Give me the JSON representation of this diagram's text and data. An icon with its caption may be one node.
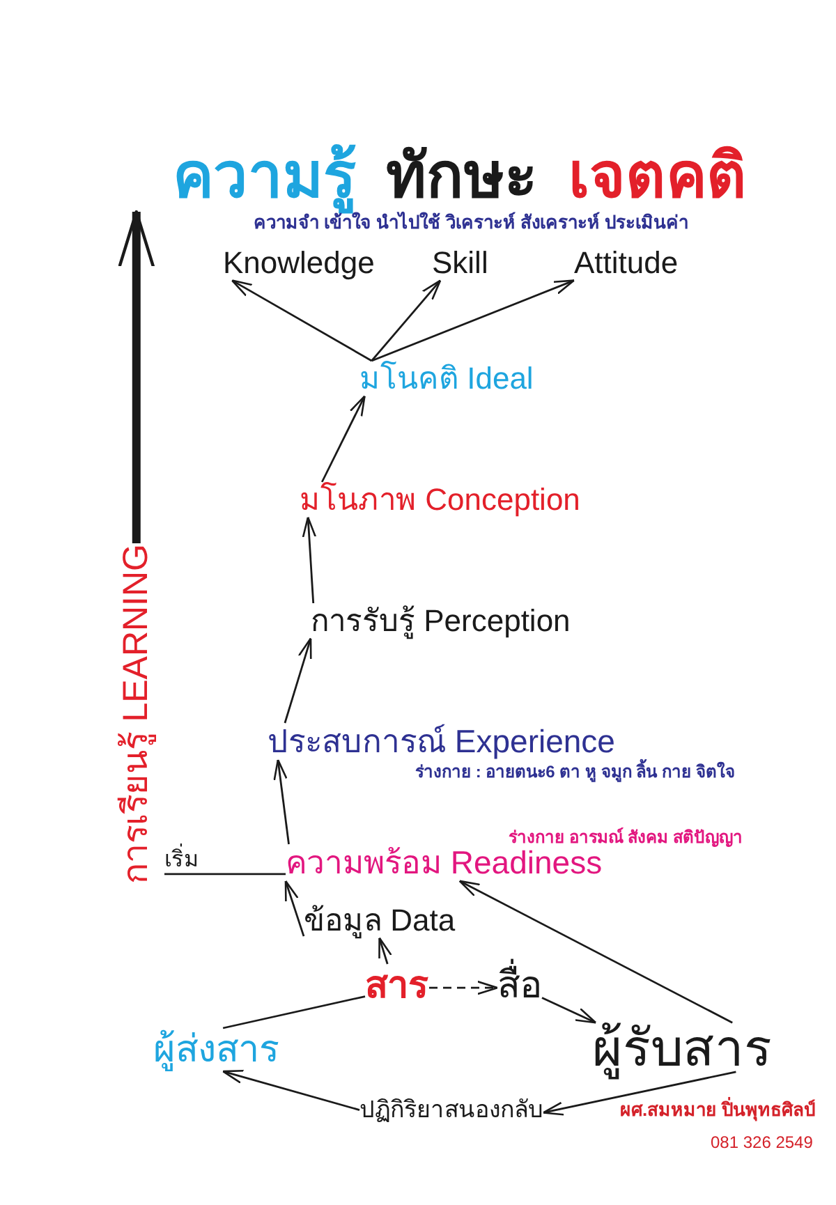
{
  "diagram": {
    "nodes": [
      {
        "text": [
          "Knowledge"
        ]
      },
      {
        "text": [
          "Skill"
        ]
      },
      {
        "text": [
          "Attitude"
        ]
      },
      {
        "text": [
          "มโนคติ Ideal"
        ]
      },
      {
        "text": [
          "มโนภาพ Conception"
        ]
      },
      {
        "text": [
          "การรับรู้ Perception"
        ]
      },
      {
        "text": [
          "ประสบการณ์ Experience"
        ],
        "beside": [
          "ร่างกาย : อายตนะ6 ตา หู จมูก ลิ้น กาย จิตใจ"
        ]
      },
      {
        "text": [
          "เริ่ม"
        ]
      },
      {
        "text": [
          "ความพร้อม Readiness"
        ],
        "beside": [
          "ร่างกาย อารมณ์ สังคม สติปัญญา"
        ]
      },
      {
        "text": [
          "ข้อมูล Data"
        ]
      },
      {
        "text": [
          "สาร"
        ]
      },
      {
        "text": [
          "สื่อ"
        ]
      },
      {
        "text": [
          "ผู้ส่งสาร"
        ]
      },
      {
        "text": [
          "ผู้รับสาร"
        ]
      },
      {
        "text": [
          "ปฏิกิริยาสนองกลับ"
        ]
      },
      {
        "text": [
          "การเรียนรู้ LEARNING"
        ]
      }
    ],
    "edges": [
      {
        "from": 3,
        "to": 0,
        "arrow": "to"
      },
      {
        "from": 3,
        "to": 1,
        "arrow": "to"
      },
      {
        "from": 3,
        "to": 2,
        "arrow": "to"
      },
      {
        "from": 4,
        "to": 3,
        "arrow": "to"
      },
      {
        "from": 5,
        "to": 4,
        "arrow": "to"
      },
      {
        "from": 6,
        "to": 5,
        "arrow": "to"
      },
      {
        "from": 8,
        "to": 6,
        "arrow": "to"
      },
      {
        "from": 7,
        "to": 8,
        "arrow": "none"
      },
      {
        "from": 9,
        "to": 8,
        "arrow": "to"
      },
      {
        "from": 10,
        "to": 9,
        "arrow": "to"
      },
      {
        "from": 12,
        "to": 10,
        "arrow": "none"
      },
      {
        "from": 10,
        "to": 11,
        "arrow": "to",
        "style": "dashed"
      },
      {
        "from": 11,
        "to": 13,
        "arrow": "to"
      },
      {
        "from": 13,
        "to": 14,
        "arrow": "to"
      },
      {
        "from": 14,
        "to": 12,
        "arrow": "to"
      },
      {
        "from": 13,
        "to": 8,
        "arrow": "to"
      },
      {
        "from": 15,
        "to": null,
        "arrow": "to",
        "style": "thick"
      }
    ],
    "labels": [
      "ความรู้",
      "ทักษะ",
      "เจตคติ",
      "ความจำ เข้าใจ นำไปใช้ วิเคราะห์ สังเคราะห์ ประเมินค่า",
      "ผศ.สมหมาย ปิ่นพุทธศิลป์",
      "081 326 2549"
    ]
  }
}
